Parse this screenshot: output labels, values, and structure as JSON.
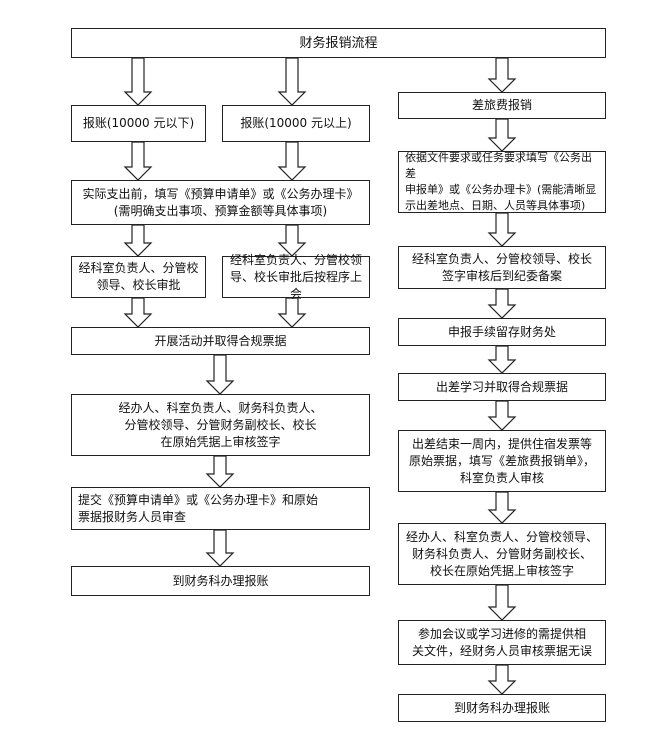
{
  "flowchart": {
    "title": "财务报销流程",
    "left": {
      "small": "报账(10000 元以下)",
      "large": "报账(10000 元以上)",
      "fill_form": "实际支出前，填写《预算申请单》或《公务办理卡》\n(需明确支出事项、预算金额等具体事项)",
      "approve_small": "经科室负责人、分管校\n领导、校长审批",
      "approve_large": "经科室负责人、分管校领\n导、校长审批后按程序上会",
      "activity": "开展活动并取得合规票据",
      "sign": "经办人、科室负责人、财务科负责人、\n分管校领导、分管财务副校长、校长\n在原始凭据上审核签字",
      "submit": "提交《预算申请单》或《公务办理卡》和原始\n票据报财务人员审查",
      "final": "到财务科办理报账"
    },
    "right": {
      "travel": "差旅费报销",
      "fill_form": "依据文件要求或任务要求填写《公务出差\n申报单》或《公务办理卡》(需能清晰显\n示出差地点、日期、人员等具体事项)",
      "approve": "经科室负责人、分管校领导、校长\n签字审核后到纪委备案",
      "file": "申报手续留存财务处",
      "study": "出差学习并取得合规票据",
      "end_week": "出差结束一周内，提供住宿发票等\n原始票据，填写《差旅费报销单》，\n科室负责人审核",
      "sign": "经办人、科室负责人、分管校领导、\n财务科负责人、分管财务副校长、\n校长在原始凭据上审核签字",
      "meeting": "参加会议或学习进修的需提供相\n关文件，经财务人员审核票据无误",
      "final": "到财务科办理报账"
    }
  }
}
